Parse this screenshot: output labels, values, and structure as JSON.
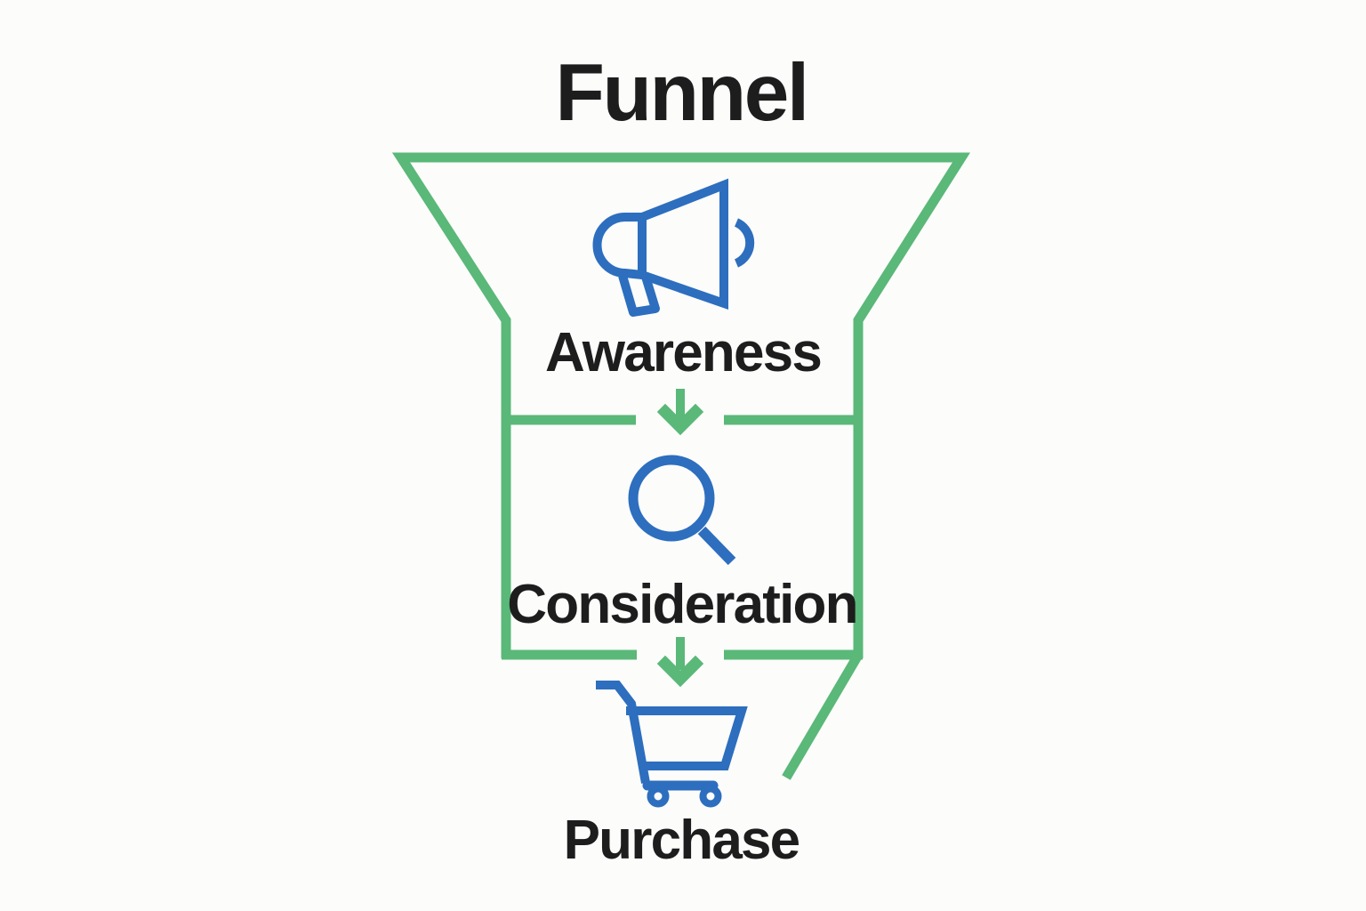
{
  "title": "Funnel",
  "diagram_type": "marketing-funnel",
  "colors": {
    "green": "#5ab878",
    "blue": "#2d6ebe",
    "text": "#1d1d1d",
    "background": "#fcfcfb"
  },
  "stages": [
    {
      "label": "Awareness",
      "icon": "megaphone-icon"
    },
    {
      "label": "Consideration",
      "icon": "magnifier-icon"
    },
    {
      "label": "Purchase",
      "icon": "cart-icon"
    }
  ],
  "connectors": [
    {
      "from": "Awareness",
      "to": "Consideration",
      "shape": "down-arrow"
    },
    {
      "from": "Consideration",
      "to": "Purchase",
      "shape": "down-arrow"
    }
  ]
}
